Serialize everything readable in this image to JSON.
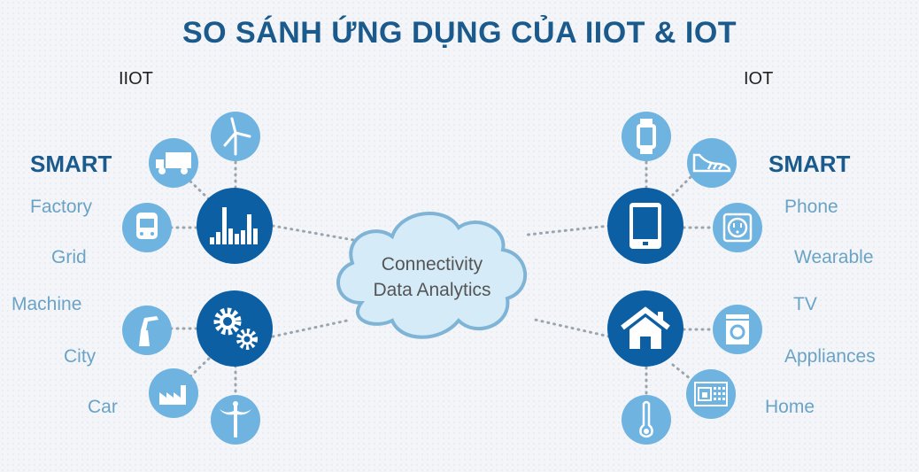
{
  "title": "SO SÁNH ỨNG DỤNG CỦA IIOT & IOT",
  "iiot": {
    "heading": "IIOT",
    "smart": "SMART",
    "items": [
      "Factory",
      "Grid",
      "Machine",
      "City",
      "Car"
    ],
    "hubs": [
      {
        "icon": "bar-chart-icon",
        "satellites": [
          "truck-icon",
          "wind-turbine-icon",
          "train-icon"
        ]
      },
      {
        "icon": "gears-icon",
        "satellites": [
          "robot-arm-icon",
          "factory-icon",
          "caduceus-icon"
        ]
      }
    ]
  },
  "iot": {
    "heading": "IOT",
    "smart": "SMART",
    "items": [
      "Phone",
      "Wearable",
      "TV",
      "Appliances",
      "Home"
    ],
    "hubs": [
      {
        "icon": "tablet-icon",
        "satellites": [
          "smartwatch-icon",
          "sneaker-icon",
          "power-outlet-icon"
        ]
      },
      {
        "icon": "house-icon",
        "satellites": [
          "washing-machine-icon",
          "security-panel-icon",
          "thermometer-icon"
        ]
      }
    ]
  },
  "cloud": {
    "line1": "Connectivity",
    "line2": "Data Analytics"
  },
  "colors": {
    "title": "#1b5a8c",
    "hub": "#0d5fa3",
    "satellite": "#6fb3e0",
    "item_text": "#6aa3c6",
    "cloud_fill": "#d6ebf8",
    "cloud_stroke": "#7fb4d6"
  }
}
